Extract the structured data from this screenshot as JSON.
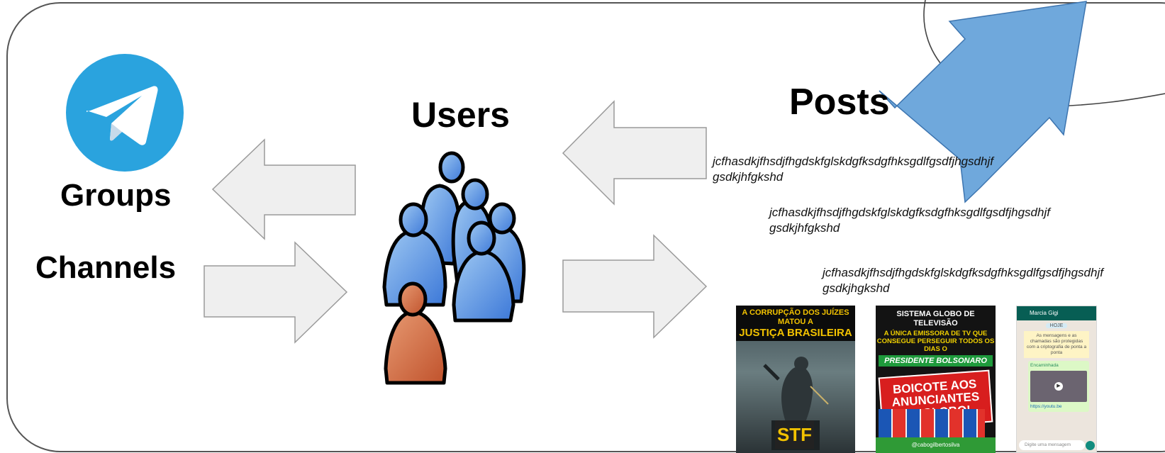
{
  "diagram": {
    "nodes": {
      "groups": "Groups",
      "channels": "Channels",
      "users": "Users",
      "posts": "Posts"
    },
    "post_texts": [
      {
        "line1": "jcfhasdkjfhsdjfhgdskfglskdgfksdgfhksgdlfgsdfjhgsdhjf",
        "line2": "gsdkjhfgkshd"
      },
      {
        "line1": "jcfhasdkjfhsdjfhgdskfglskdgfksdgfhksgdlfgsdfjhgsdhjf",
        "line2": "gsdkjhfgkshd"
      },
      {
        "line1": "jcfhasdkjfhsdjfhgdskfglskdgfksdgfhksgdlfgsdfjhgsdhjf",
        "line2": "gsdkjhgkshd"
      }
    ],
    "edges": [
      {
        "from": "users",
        "to": "groups",
        "direction": "left"
      },
      {
        "from": "channels",
        "to": "users",
        "direction": "right"
      },
      {
        "from": "posts",
        "to": "users",
        "direction": "left"
      },
      {
        "from": "users",
        "to": "posts",
        "direction": "right"
      },
      {
        "kind": "bidirectional",
        "style": "blue"
      }
    ],
    "colors": {
      "telegram_blue": "#2aa3de",
      "user_blue": "#5b9be6",
      "user_orange": "#d4673f",
      "arrow_fill": "#efefef",
      "arrow_stroke": "#9a9a9a",
      "bidirectional_arrow": "#6fa8dc"
    },
    "icons": [
      "telegram-logo-icon",
      "users-group-icon"
    ],
    "posters": [
      {
        "header": "A CORRUPÇÃO DOS JUÍZES MATOU A",
        "header2": "JUSTIÇA BRASILEIRA",
        "badge": "STF"
      },
      {
        "header": "SISTEMA GLOBO DE TELEVISÃO",
        "sub": "A ÚNICA EMISSORA DE TV QUE CONSEGUE PERSEGUIR TODOS OS DIAS O",
        "banner": "PRESIDENTE BOLSONARO",
        "headline": "BOICOTE AOS ANUNCIANTES DA GLOBO!",
        "footer": "@cabogilbertosilva"
      },
      {
        "contact": "Marcia Gigi",
        "day": "HOJE",
        "notice": "As mensagens e as chamadas são protegidas com a criptografia de ponta a ponta",
        "forward": "Encaminhada",
        "link": "https://youtu.be",
        "input_placeholder": "Digite uma mensagem"
      }
    ]
  }
}
